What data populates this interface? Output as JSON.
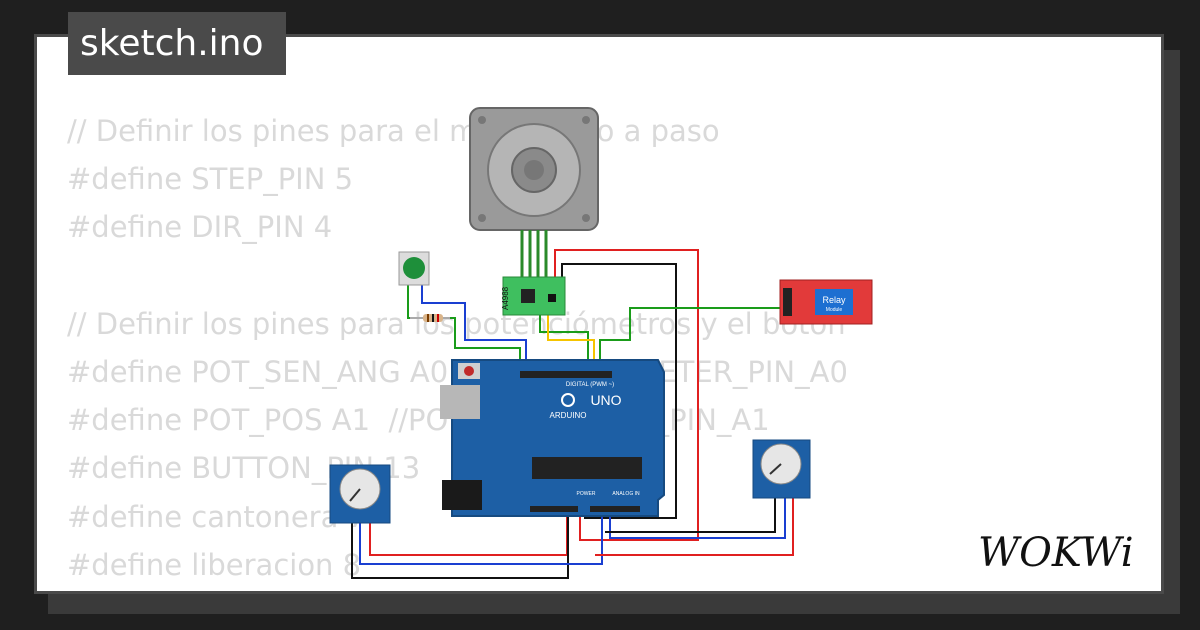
{
  "file_tab": {
    "label": "sketch.ino"
  },
  "code_lines": [
    "// Definir los pines para el motor paso a paso",
    "#define STEP_PIN 5",
    "#define DIR_PIN 4",
    "",
    "// Definir los pines para los potenciómetros y el botón",
    "#define POT_SEN_ANG A0  //POTENTIOMETER_PIN_A0",
    "#define POT_POS A1  //POTENTIOMETER_PIN_A1",
    "#define BUTTON_PIN 13",
    "#define cantonera 7",
    "#define liberacion 8"
  ],
  "components": {
    "driver_label": "A4988",
    "relay_label": "Relay",
    "relay_sub": "Module",
    "arduino_brand": "ARDUINO",
    "arduino_model": "UNO",
    "digital_header": "DIGITAL (PWM ~)",
    "power_header": "POWER",
    "analog_header": "ANALOG IN"
  },
  "brand": {
    "logo_text": "WOKWi"
  },
  "colors": {
    "board": "#1d5fa5",
    "driver": "#3fbf5f",
    "relay": "#e23a3a",
    "button": "#1e8f3a",
    "wire_red": "#e02020",
    "wire_black": "#111111",
    "wire_blue": "#1a3fd1",
    "wire_green": "#1a9c1a",
    "wire_yellow": "#f5c400"
  }
}
